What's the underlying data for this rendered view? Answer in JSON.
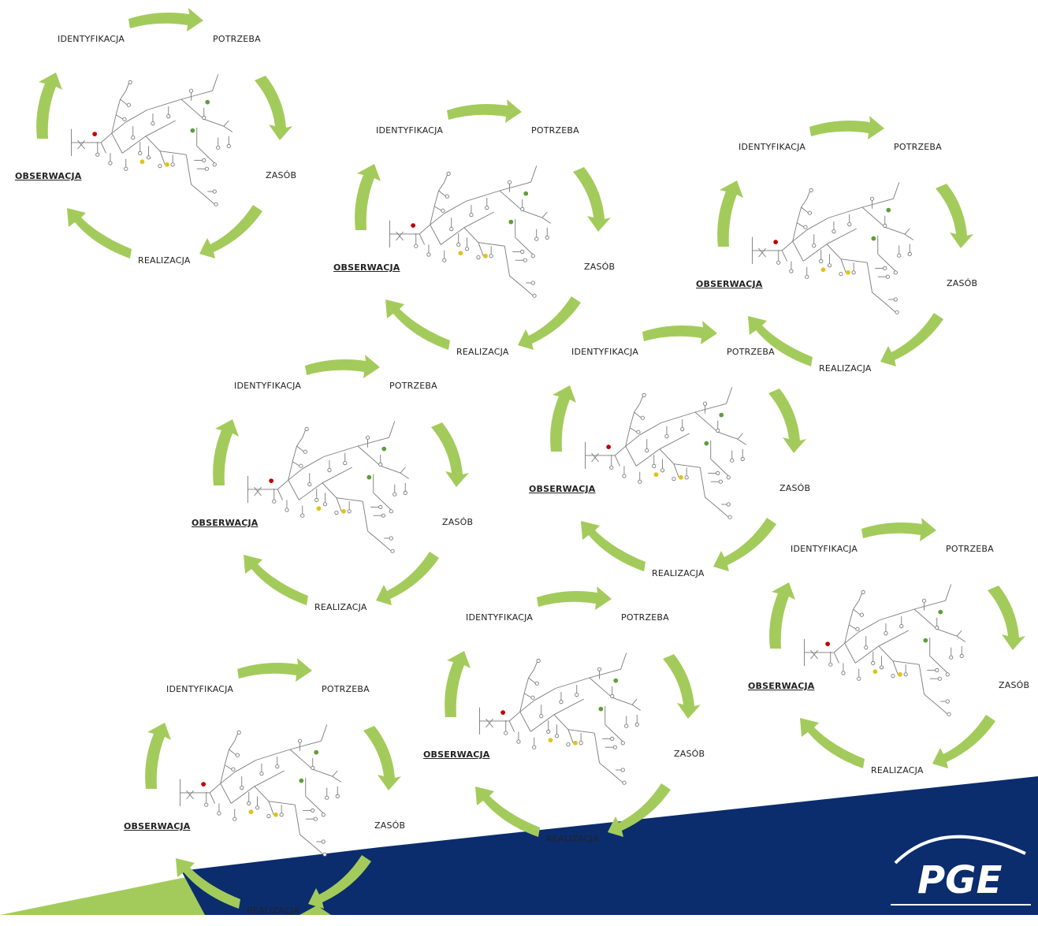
{
  "labels": {
    "identyfikacja": "IDENTYFIKACJA",
    "potrzeba": "POTRZEBA",
    "zasob": "ZASÓB",
    "realizacja": "REALIZACJA",
    "obserwacja": "OBSERWACJA"
  },
  "logo": {
    "text": "PGE"
  },
  "colors": {
    "arrow": "#A3CB5B",
    "navy": "#0B2D6E",
    "green_band": "#A3CB5B",
    "node_red": "#C00000",
    "node_green": "#5E9E3A",
    "node_yellow": "#E0C21A",
    "line_gray": "#7a7a7a"
  }
}
